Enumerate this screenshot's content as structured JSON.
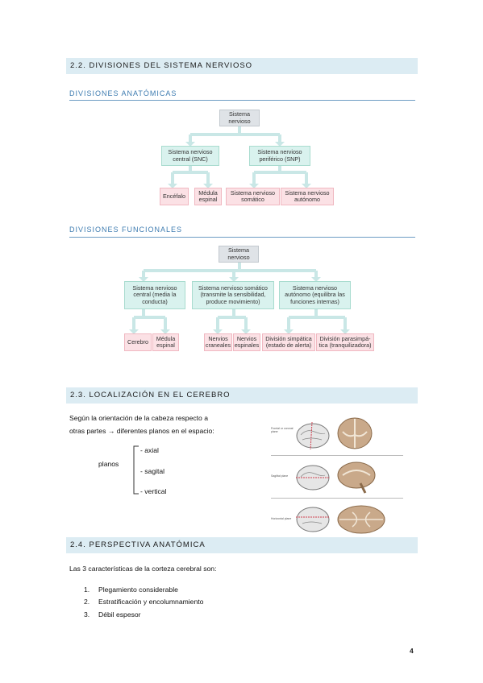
{
  "sections": {
    "s22": "2.2. DIVISIONES DEL SISTEMA NERVIOSO",
    "s23": "2.3. LOCALIZACIÓN EN EL CEREBRO",
    "s24": "2.4. PERSPECTIVA ANATÓMICA"
  },
  "anatomicas": {
    "title": "DIVISIONES ANATÓMICAS",
    "root": "Sistema nervioso",
    "snc": "Sistema nervioso central (SNC)",
    "snp": "Sistema nervioso periférico (SNP)",
    "encefalo": "Encéfalo",
    "medula": "Médula espinal",
    "somatico": "Sistema nervioso somático",
    "autonomo": "Sistema nervioso autónomo"
  },
  "funcionales": {
    "title": "DIVISIONES FUNCIONALES",
    "root": "Sistema nervioso",
    "central": "Sistema nervioso central (media la conducta)",
    "somatico": "Sistema nervioso somático (transmite la sensibilidad, produce movimiento)",
    "autonomo": "Sistema nervioso autónomo (equilibra las funciones internas)",
    "cerebro": "Cerebro",
    "medula": "Médula espinal",
    "craneales": "Nervios craneales",
    "espinales": "Nervios espinales",
    "simpatica": "División simpática (estado de alerta)",
    "parasimpatica": "División parasimpá­tica (tranquilizadora)"
  },
  "localizacion": {
    "line1": "Según la orientación de la cabeza respecto a",
    "line2": "otras partes → diferentes planos en el espacio:",
    "planos": "planos",
    "axial": "- axial",
    "sagital": "- sagital",
    "vertical": "- vertical",
    "cap_frontal": "Frontal or coronal plane",
    "cap_sagittal": "Sagittal plane",
    "cap_horizontal": "Horizontal plane"
  },
  "perspectiva": {
    "intro": "Las 3 características de la corteza cerebral son:",
    "items": [
      {
        "num": "1.",
        "text": "Plegamiento considerable"
      },
      {
        "num": "2.",
        "text": "Estratificación y encolumnamiento"
      },
      {
        "num": "3.",
        "text": "Débil espesor"
      }
    ]
  },
  "page_number": "4",
  "colors": {
    "section_bg": "#dcecf3",
    "subtitle": "#3d7bb0",
    "arrow": "#c9e7e6",
    "gray_box": "#dfe3e7",
    "teal_box": "#d9f2ee",
    "pink_box": "#fbe1e5"
  }
}
